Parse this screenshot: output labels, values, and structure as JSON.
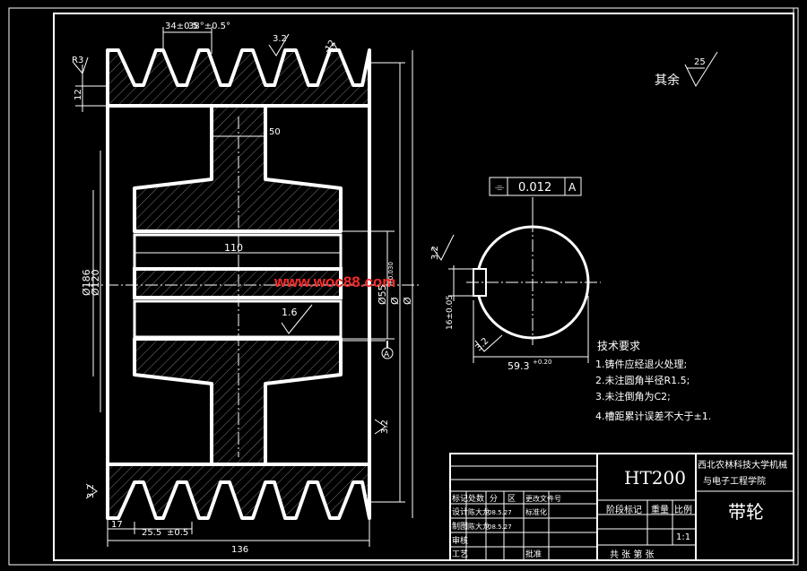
{
  "watermark": "www.woc88.com",
  "drawing": {
    "pitch_dim": "34±0.5",
    "groove_angle": "38°±0.5°",
    "groove_depth": "12",
    "rim_height": "12",
    "r_small": "R3",
    "hub_width": "50",
    "bore_length": "110",
    "dia_outer": "Ø186",
    "dia_inner": "Ø120",
    "dia_bore": "Ø55",
    "bore_tol": "+0.030",
    "dia_right1": "Ø",
    "dia_right2": "Ø",
    "rough_top": "3.2",
    "rough_groove": "3.2",
    "rough_bore": "1.6",
    "rough_left": "3.2",
    "rough_side": "12.5",
    "rough_hub": "3.2",
    "rough_rest": "25",
    "rest_label": "其余",
    "datum_label": "A",
    "dim_17": "17",
    "dim_255": "25.5",
    "dim_05": "±0.5",
    "dim_136": "136",
    "tolerance_symbol": "⌯",
    "tolerance_value": "0.012",
    "tolerance_datum": "A",
    "keyway_width": "16±0.05",
    "keyway_depth": "59.3",
    "keyway_tol": "+0.20",
    "keyway_rough": "3.2",
    "keyway_rough2": "3.2"
  },
  "tech_notes": {
    "title": "技术要求",
    "items": [
      "1.铸件应经退火处理;",
      "2.未注圆角半径R1.5;",
      "3.未注倒角为C2;",
      "4.槽距累计误差不大于±1."
    ]
  },
  "title_block": {
    "material": "HT200",
    "school_line1": "西北农林科技大学机械",
    "school_line2": "与电子工程学院",
    "part_name": "带轮",
    "scale_header": "比例",
    "stage_header": "阶段标记",
    "weight_header": "重量",
    "scale": "1:1",
    "sheets": "共    张  第    张",
    "rows": [
      {
        "c1": "标记",
        "c2": "处数",
        "c3": "分",
        "c4": "区",
        "c5": "更改文件号",
        "c6": ""
      },
      {
        "c1": "设计",
        "c2": "陈大龙",
        "c3": "08.5.27",
        "c4": "标准化",
        "c5": "",
        "c6": ""
      },
      {
        "c1": "制图",
        "c2": "陈大龙",
        "c3": "08.5.27",
        "c4": "",
        "c5": "",
        "c6": ""
      },
      {
        "c1": "审核",
        "c2": "",
        "c3": "",
        "c4": "",
        "c5": "",
        "c6": ""
      },
      {
        "c1": "工艺",
        "c2": "",
        "c3": "",
        "c4": "批准",
        "c5": "",
        "c6": ""
      }
    ]
  }
}
